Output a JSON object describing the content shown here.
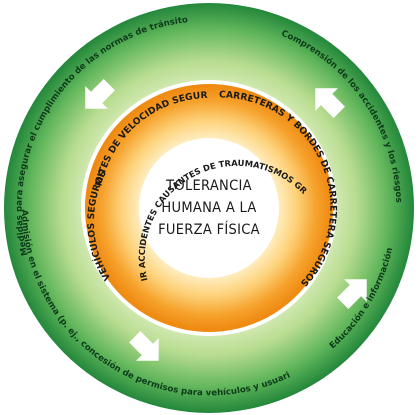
{
  "center": {
    "line1": "TOLERANCIA",
    "line2": "HUMANA A LA",
    "line3": "FUERZA FÍSICA"
  },
  "inner_ring": {
    "top": "LÍMITES DE VELOCIDAD SEGUROS",
    "right": "CARRETERAS Y BORDES DE CARRETERA SEGUROS",
    "left": "VEHÍCULOS SEGUROS",
    "middle": "APOSTAR POR PREVENIR ACCIDENTES CAUSANTES DE TRAUMATISMOS GRAVES O DEFUNCIONES"
  },
  "outer_ring": {
    "upper_left": "Medidas para asegurar el cumplimiento de las normas de tránsito",
    "upper_right": "Comprensión de los accidentes y los riesgos",
    "lower_left": "Admisión en el sistema (p. ej., concesión de permisos para vehículos y usuarios)",
    "lower_right": "Educación e información"
  },
  "arrows": [
    "arrow-upper-left",
    "arrow-upper-right",
    "arrow-lower-right",
    "arrow-lower-left"
  ],
  "colors": {
    "outer_green": "#2e9a46",
    "outer_light": "#c9e6a6",
    "inner_orange": "#f39a1e",
    "inner_light": "#fde8b0",
    "center": "#ffffff"
  }
}
